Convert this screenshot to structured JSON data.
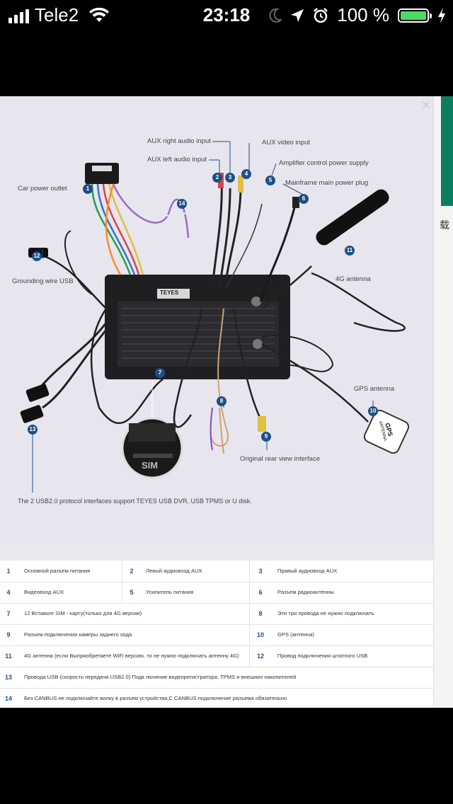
{
  "status_bar": {
    "carrier": "Tele2",
    "time": "23:18",
    "battery_percent": "100 %",
    "icons": [
      "signal-icon",
      "wifi-icon",
      "moon-icon",
      "location-arrow-icon",
      "alarm-icon",
      "battery-icon",
      "charging-bolt-icon"
    ]
  },
  "diagram": {
    "labels": {
      "aux_right": "AUX right audio input",
      "aux_video": "AUX video input",
      "aux_left": "AUX left audio input",
      "amp_control": "Amplifier control power supply",
      "mainframe_power": "Mainframe main power plug",
      "car_power": "Car power outlet",
      "grounding_usb": "Grounding wire USB",
      "antenna_4g": "4G antenna",
      "gps_antenna": "GPS antenna",
      "rear_view": "Original rear view interface",
      "usb_note": "The 2 USB2.0 protocol interfaces support TEYES USB DVR, USB TPMS or U disk.",
      "device_brand": "TEYES",
      "gps_module_text": "GPS",
      "gps_module_sub": "ANTENNA",
      "sim_text": "SIM"
    },
    "callouts": [
      "1",
      "2",
      "3",
      "4",
      "5",
      "6",
      "7",
      "8",
      "9",
      "10",
      "11",
      "12",
      "13",
      "14"
    ]
  },
  "legend": {
    "rows": [
      [
        {
          "n": "1",
          "t": "Основной разъем питания"
        },
        {
          "n": "2",
          "t": "Левый аудиовход  AUX"
        },
        {
          "n": "3",
          "t": "Правый аудиовход  AUX"
        }
      ],
      [
        {
          "n": "4",
          "t": "Видеовход  AUX"
        },
        {
          "n": "5",
          "t": "Усилитель питания"
        },
        {
          "n": "6",
          "t": "Разъем радиоантенны"
        }
      ],
      [
        {
          "n": "7",
          "t": "12 Вставьте  SIM - карту(только для  4G версии)"
        },
        {
          "n": "8",
          "t": "Эти три провода не нужно подключать"
        }
      ],
      [
        {
          "n": "9",
          "t": "Разъем подключения камеры заднего хода"
        },
        {
          "n": "10",
          "t": "GPS (антенна)"
        }
      ],
      [
        {
          "n": "11",
          "t": "4G  антенна  (если Выприобретаете WiFi версию, то не нужно подключать антенну 4G)"
        },
        {
          "n": "12",
          "t": "Провод подключения штатного USB"
        }
      ],
      [
        {
          "n": "13",
          "t": "Провода  USB  (скорость передачи  USB2.0)  Подк   лючение видеорегистратора,  TPMS  и внешних накопителей"
        }
      ],
      [
        {
          "n": "14",
          "t": "Без CANBUS не подключайте вилку в разъем устройства,С CANBUS подключение разъема обязательно"
        }
      ]
    ]
  },
  "side_strip": {
    "chinese_text": "载"
  }
}
